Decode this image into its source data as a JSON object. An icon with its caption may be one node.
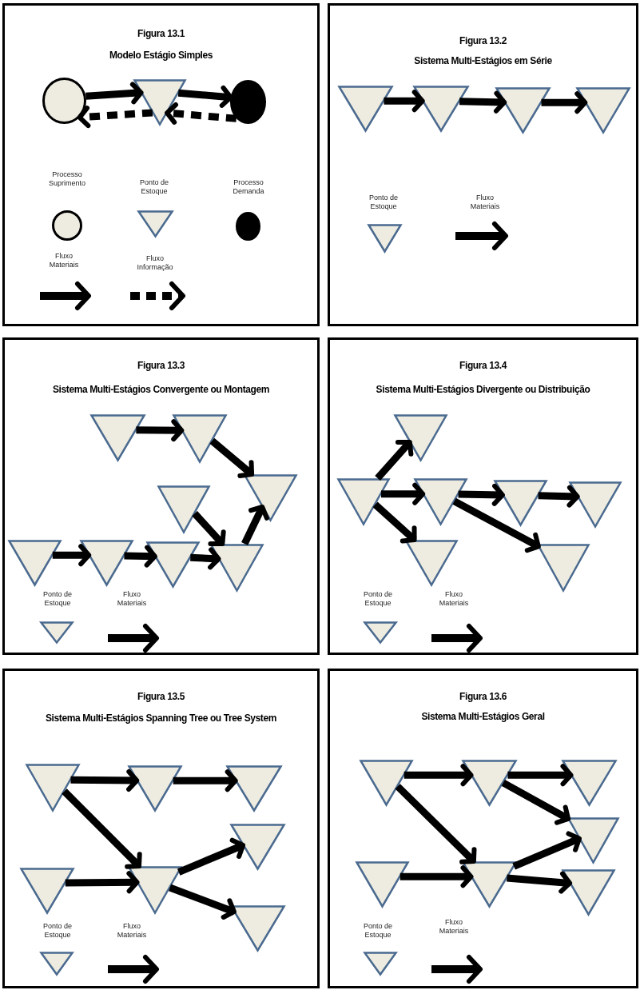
{
  "diagram": {
    "nodes": [
      {
        "text": [
          "Figura 13.1",
          "Modelo Estágio Simples"
        ]
      },
      {
        "text": [],
        "shape": "circle",
        "in": 0
      },
      {
        "text": [],
        "shape": "triangle",
        "in": 0
      },
      {
        "text": [],
        "shape": "circle",
        "in": 0
      },
      {
        "text": [
          "Figura 13.2",
          "Sistema Multi-Estágios em Série"
        ]
      },
      {
        "text": [],
        "shape": "triangle",
        "in": 4
      },
      {
        "text": [],
        "shape": "triangle",
        "in": 4
      },
      {
        "text": [],
        "shape": "triangle",
        "in": 4
      },
      {
        "text": [],
        "shape": "triangle",
        "in": 4
      },
      {
        "text": [
          "Figura 13.3",
          "Sistema Multi-Estágios Convergente ou Montagem"
        ]
      },
      {
        "text": [],
        "shape": "triangle",
        "in": 9
      },
      {
        "text": [],
        "shape": "triangle",
        "in": 9
      },
      {
        "text": [],
        "shape": "triangle",
        "in": 9
      },
      {
        "text": [],
        "shape": "triangle",
        "in": 9
      },
      {
        "text": [],
        "shape": "triangle",
        "in": 9
      },
      {
        "text": [],
        "shape": "triangle",
        "in": 9
      },
      {
        "text": [],
        "shape": "triangle",
        "in": 9
      },
      {
        "text": [],
        "shape": "triangle",
        "in": 9
      },
      {
        "text": [
          "Figura 13.4",
          "Sistema Multi-Estágios  Divergente ou Distribuição"
        ]
      },
      {
        "text": [],
        "shape": "triangle",
        "in": 18
      },
      {
        "text": [],
        "shape": "triangle",
        "in": 18
      },
      {
        "text": [],
        "shape": "triangle",
        "in": 18
      },
      {
        "text": [],
        "shape": "triangle",
        "in": 18
      },
      {
        "text": [],
        "shape": "triangle",
        "in": 18
      },
      {
        "text": [],
        "shape": "triangle",
        "in": 18
      },
      {
        "text": [],
        "shape": "triangle",
        "in": 18
      },
      {
        "text": [
          "Figura 13.5",
          "Sistema Multi-Estágios  Spanning Tree ou Tree System"
        ]
      },
      {
        "text": [],
        "shape": "triangle",
        "in": 26
      },
      {
        "text": [],
        "shape": "triangle",
        "in": 26
      },
      {
        "text": [],
        "shape": "triangle",
        "in": 26
      },
      {
        "text": [],
        "shape": "triangle",
        "in": 26
      },
      {
        "text": [],
        "shape": "triangle",
        "in": 26
      },
      {
        "text": [],
        "shape": "triangle",
        "in": 26
      },
      {
        "text": [],
        "shape": "triangle",
        "in": 26
      },
      {
        "text": [
          "Figura 13.6",
          "Sistema Multi-Estágios Geral"
        ]
      },
      {
        "text": [],
        "shape": "triangle",
        "in": 34
      },
      {
        "text": [],
        "shape": "triangle",
        "in": 34
      },
      {
        "text": [],
        "shape": "triangle",
        "in": 34
      },
      {
        "text": [],
        "shape": "triangle",
        "in": 34
      },
      {
        "text": [],
        "shape": "triangle",
        "in": 34
      },
      {
        "text": [],
        "shape": "triangle",
        "in": 34
      },
      {
        "text": [],
        "shape": "triangle",
        "in": 34
      }
    ],
    "edges": [
      {
        "from": 1,
        "to": 2,
        "arrow": "to"
      },
      {
        "from": 2,
        "to": 1,
        "arrow": "to",
        "style": "dashed"
      },
      {
        "from": 2,
        "to": 3,
        "arrow": "to"
      },
      {
        "from": 3,
        "to": 2,
        "arrow": "to",
        "style": "dashed"
      },
      {
        "from": 5,
        "to": 6,
        "arrow": "to"
      },
      {
        "from": 6,
        "to": 7,
        "arrow": "to"
      },
      {
        "from": 7,
        "to": 8,
        "arrow": "to"
      },
      {
        "from": 10,
        "to": 11,
        "arrow": "to"
      },
      {
        "from": 11,
        "to": 12,
        "arrow": "to"
      },
      {
        "from": 13,
        "to": 17,
        "arrow": "to"
      },
      {
        "from": 17,
        "to": 12,
        "arrow": "to"
      },
      {
        "from": 14,
        "to": 15,
        "arrow": "to"
      },
      {
        "from": 15,
        "to": 16,
        "arrow": "to"
      },
      {
        "from": 16,
        "to": 17,
        "arrow": "to"
      },
      {
        "from": 20,
        "to": 19,
        "arrow": "to"
      },
      {
        "from": 20,
        "to": 21,
        "arrow": "to"
      },
      {
        "from": 20,
        "to": 24,
        "arrow": "to"
      },
      {
        "from": 21,
        "to": 22,
        "arrow": "to"
      },
      {
        "from": 21,
        "to": 25,
        "arrow": "to"
      },
      {
        "from": 22,
        "to": 23,
        "arrow": "to"
      },
      {
        "from": 27,
        "to": 28,
        "arrow": "to"
      },
      {
        "from": 28,
        "to": 29,
        "arrow": "to"
      },
      {
        "from": 27,
        "to": 32,
        "arrow": "to"
      },
      {
        "from": 31,
        "to": 32,
        "arrow": "to"
      },
      {
        "from": 32,
        "to": 30,
        "arrow": "to"
      },
      {
        "from": 32,
        "to": 33,
        "arrow": "to"
      },
      {
        "from": 35,
        "to": 36,
        "arrow": "to"
      },
      {
        "from": 36,
        "to": 37,
        "arrow": "to"
      },
      {
        "from": 35,
        "to": 40,
        "arrow": "to"
      },
      {
        "from": 36,
        "to": 38,
        "arrow": "to"
      },
      {
        "from": 39,
        "to": 40,
        "arrow": "to"
      },
      {
        "from": 40,
        "to": 38,
        "arrow": "to"
      },
      {
        "from": 40,
        "to": 41,
        "arrow": "to"
      }
    ],
    "legend": [
      {
        "text": "Processo Suprimento"
      },
      {
        "text": "Ponto de Estoque"
      },
      {
        "text": "Processo Demanda"
      },
      {
        "text": "Fluxo Materiais"
      },
      {
        "text": "Fluxo Informação"
      },
      {
        "text": "Ponto de Estoque"
      },
      {
        "text": "Fluxo Materiais"
      },
      {
        "text": "Ponto de Estoque"
      },
      {
        "text": "Fluxo Materiais"
      },
      {
        "text": "Ponto de Estoque"
      },
      {
        "text": "Fluxo Materiais"
      },
      {
        "text": "Ponto de Estoque"
      },
      {
        "text": "Fluxo Materiais"
      },
      {
        "text": "Ponto de Estoque"
      },
      {
        "text": "Fluxo Materiais"
      }
    ]
  }
}
